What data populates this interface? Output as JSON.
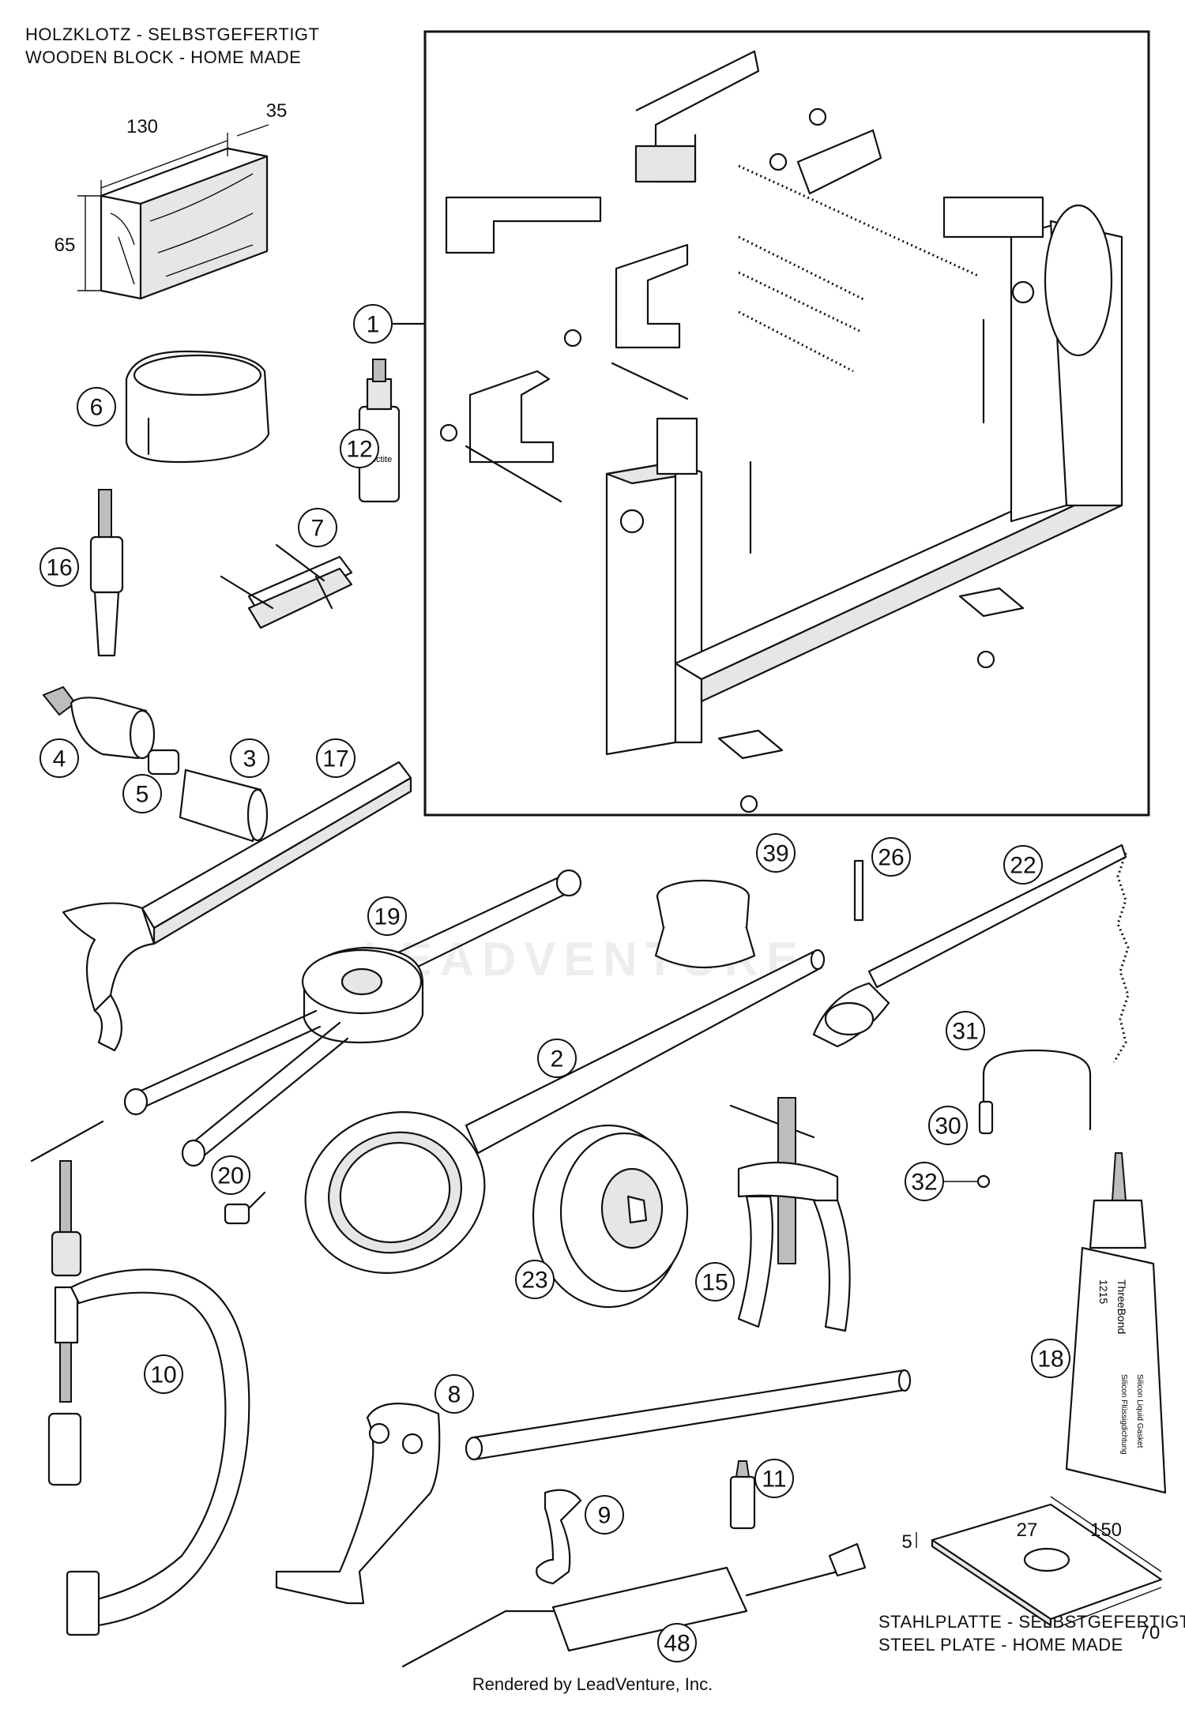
{
  "wooden_block": {
    "title_de": "HOLZKLOTZ - SELBSTGEFERTIGT",
    "title_en": "WOODEN BLOCK - HOME MADE",
    "dims": [
      "130",
      "35",
      "65"
    ]
  },
  "steel_plate": {
    "title_de": "STAHLPLATTE - SELBSTGEFERTIGT",
    "title_en": "STEEL PLATE - HOME MADE",
    "dims": [
      "5",
      "27",
      "150",
      "70"
    ]
  },
  "callouts": [
    "1",
    "6",
    "12",
    "16",
    "7",
    "4",
    "5",
    "3",
    "17",
    "39",
    "26",
    "22",
    "19",
    "2",
    "31",
    "30",
    "32",
    "20",
    "23",
    "15",
    "18",
    "10",
    "8",
    "11",
    "9",
    "48"
  ],
  "tube_text": {
    "brand": "ThreeBond",
    "code": "1215",
    "line1": "Silicon Liquid Gasket",
    "line2": "Silicon Flüssigdichtung"
  },
  "watermark": "LEADVENTURE",
  "footer": "Rendered by LeadVenture, Inc."
}
